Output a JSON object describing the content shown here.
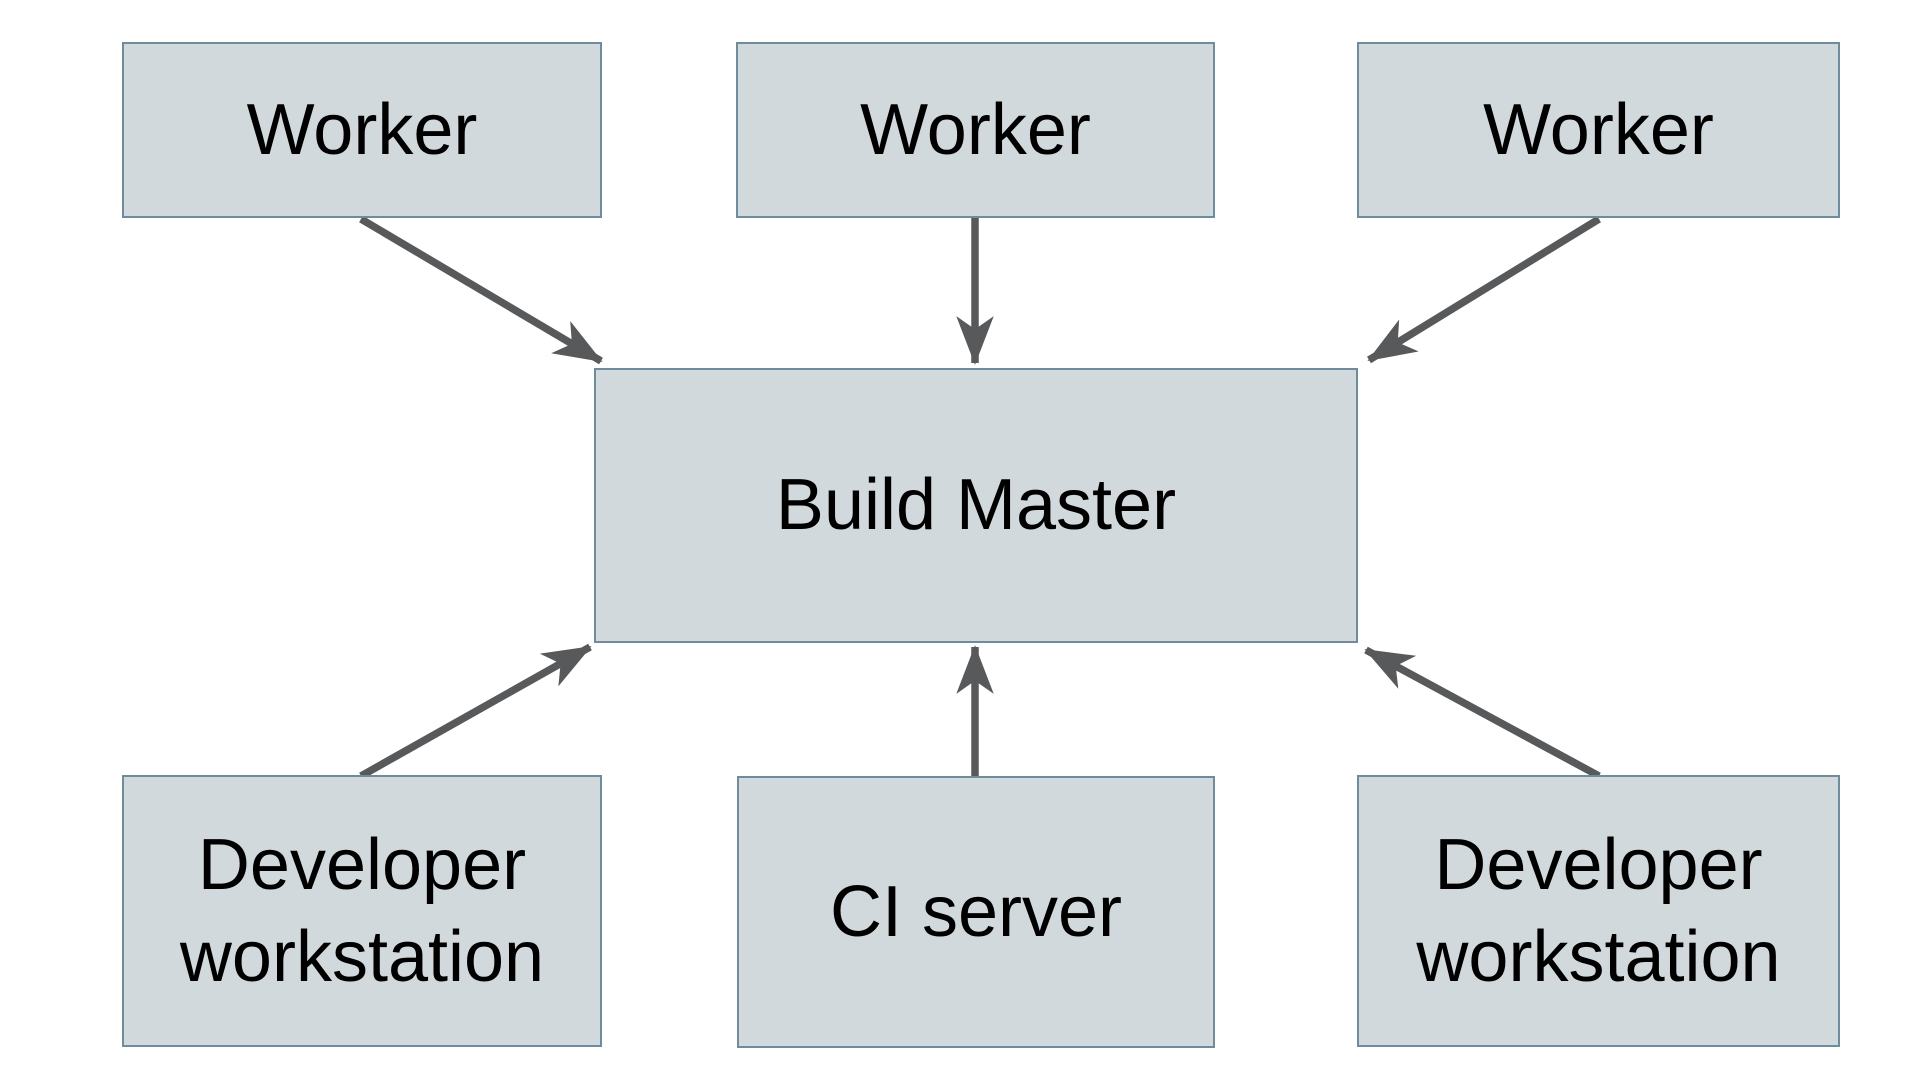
{
  "diagram": {
    "nodes": [
      {
        "id": "worker-1",
        "label": "Worker"
      },
      {
        "id": "worker-2",
        "label": "Worker"
      },
      {
        "id": "worker-3",
        "label": "Worker"
      },
      {
        "id": "build-master",
        "label": "Build Master"
      },
      {
        "id": "dev-workstation-left",
        "label": "Developer workstation"
      },
      {
        "id": "ci-server",
        "label": "CI server"
      },
      {
        "id": "dev-workstation-right",
        "label": "Developer workstation"
      }
    ],
    "edges": [
      {
        "from": "worker-1",
        "to": "build-master"
      },
      {
        "from": "worker-2",
        "to": "build-master"
      },
      {
        "from": "worker-3",
        "to": "build-master"
      },
      {
        "from": "dev-workstation-left",
        "to": "build-master"
      },
      {
        "from": "ci-server",
        "to": "build-master"
      },
      {
        "from": "dev-workstation-right",
        "to": "build-master"
      }
    ],
    "colors": {
      "background": "#ffffff",
      "node_fill": "#d2d9dc",
      "node_border": "#6e8c9c",
      "arrow": "#58595b",
      "text": "#000000"
    }
  }
}
